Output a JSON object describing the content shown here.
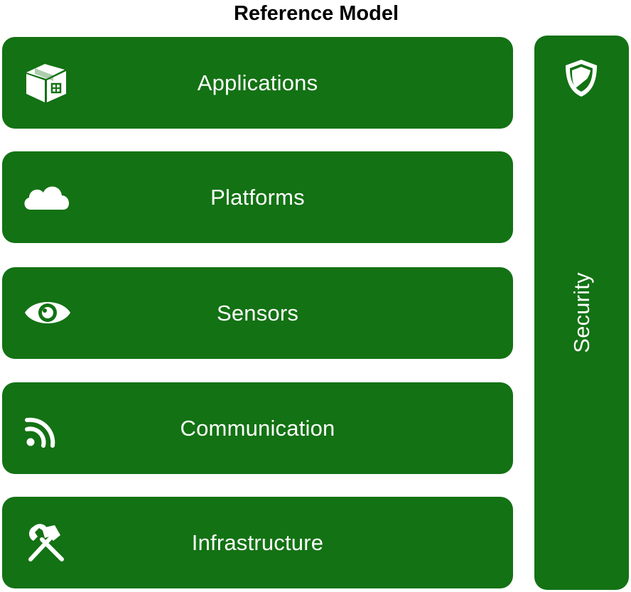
{
  "title": "Reference Model",
  "layers": [
    {
      "label": "Applications",
      "icon": "package-icon"
    },
    {
      "label": "Platforms",
      "icon": "cloud-icon"
    },
    {
      "label": "Sensors",
      "icon": "eye-icon"
    },
    {
      "label": "Communication",
      "icon": "rss-feed-icon"
    },
    {
      "label": "Infrastructure",
      "icon": "tools-icon"
    }
  ],
  "security": {
    "label": "Security",
    "icon": "shield-icon"
  },
  "colors": {
    "block": "#137214",
    "text": "#ffffff",
    "title": "#000000"
  }
}
